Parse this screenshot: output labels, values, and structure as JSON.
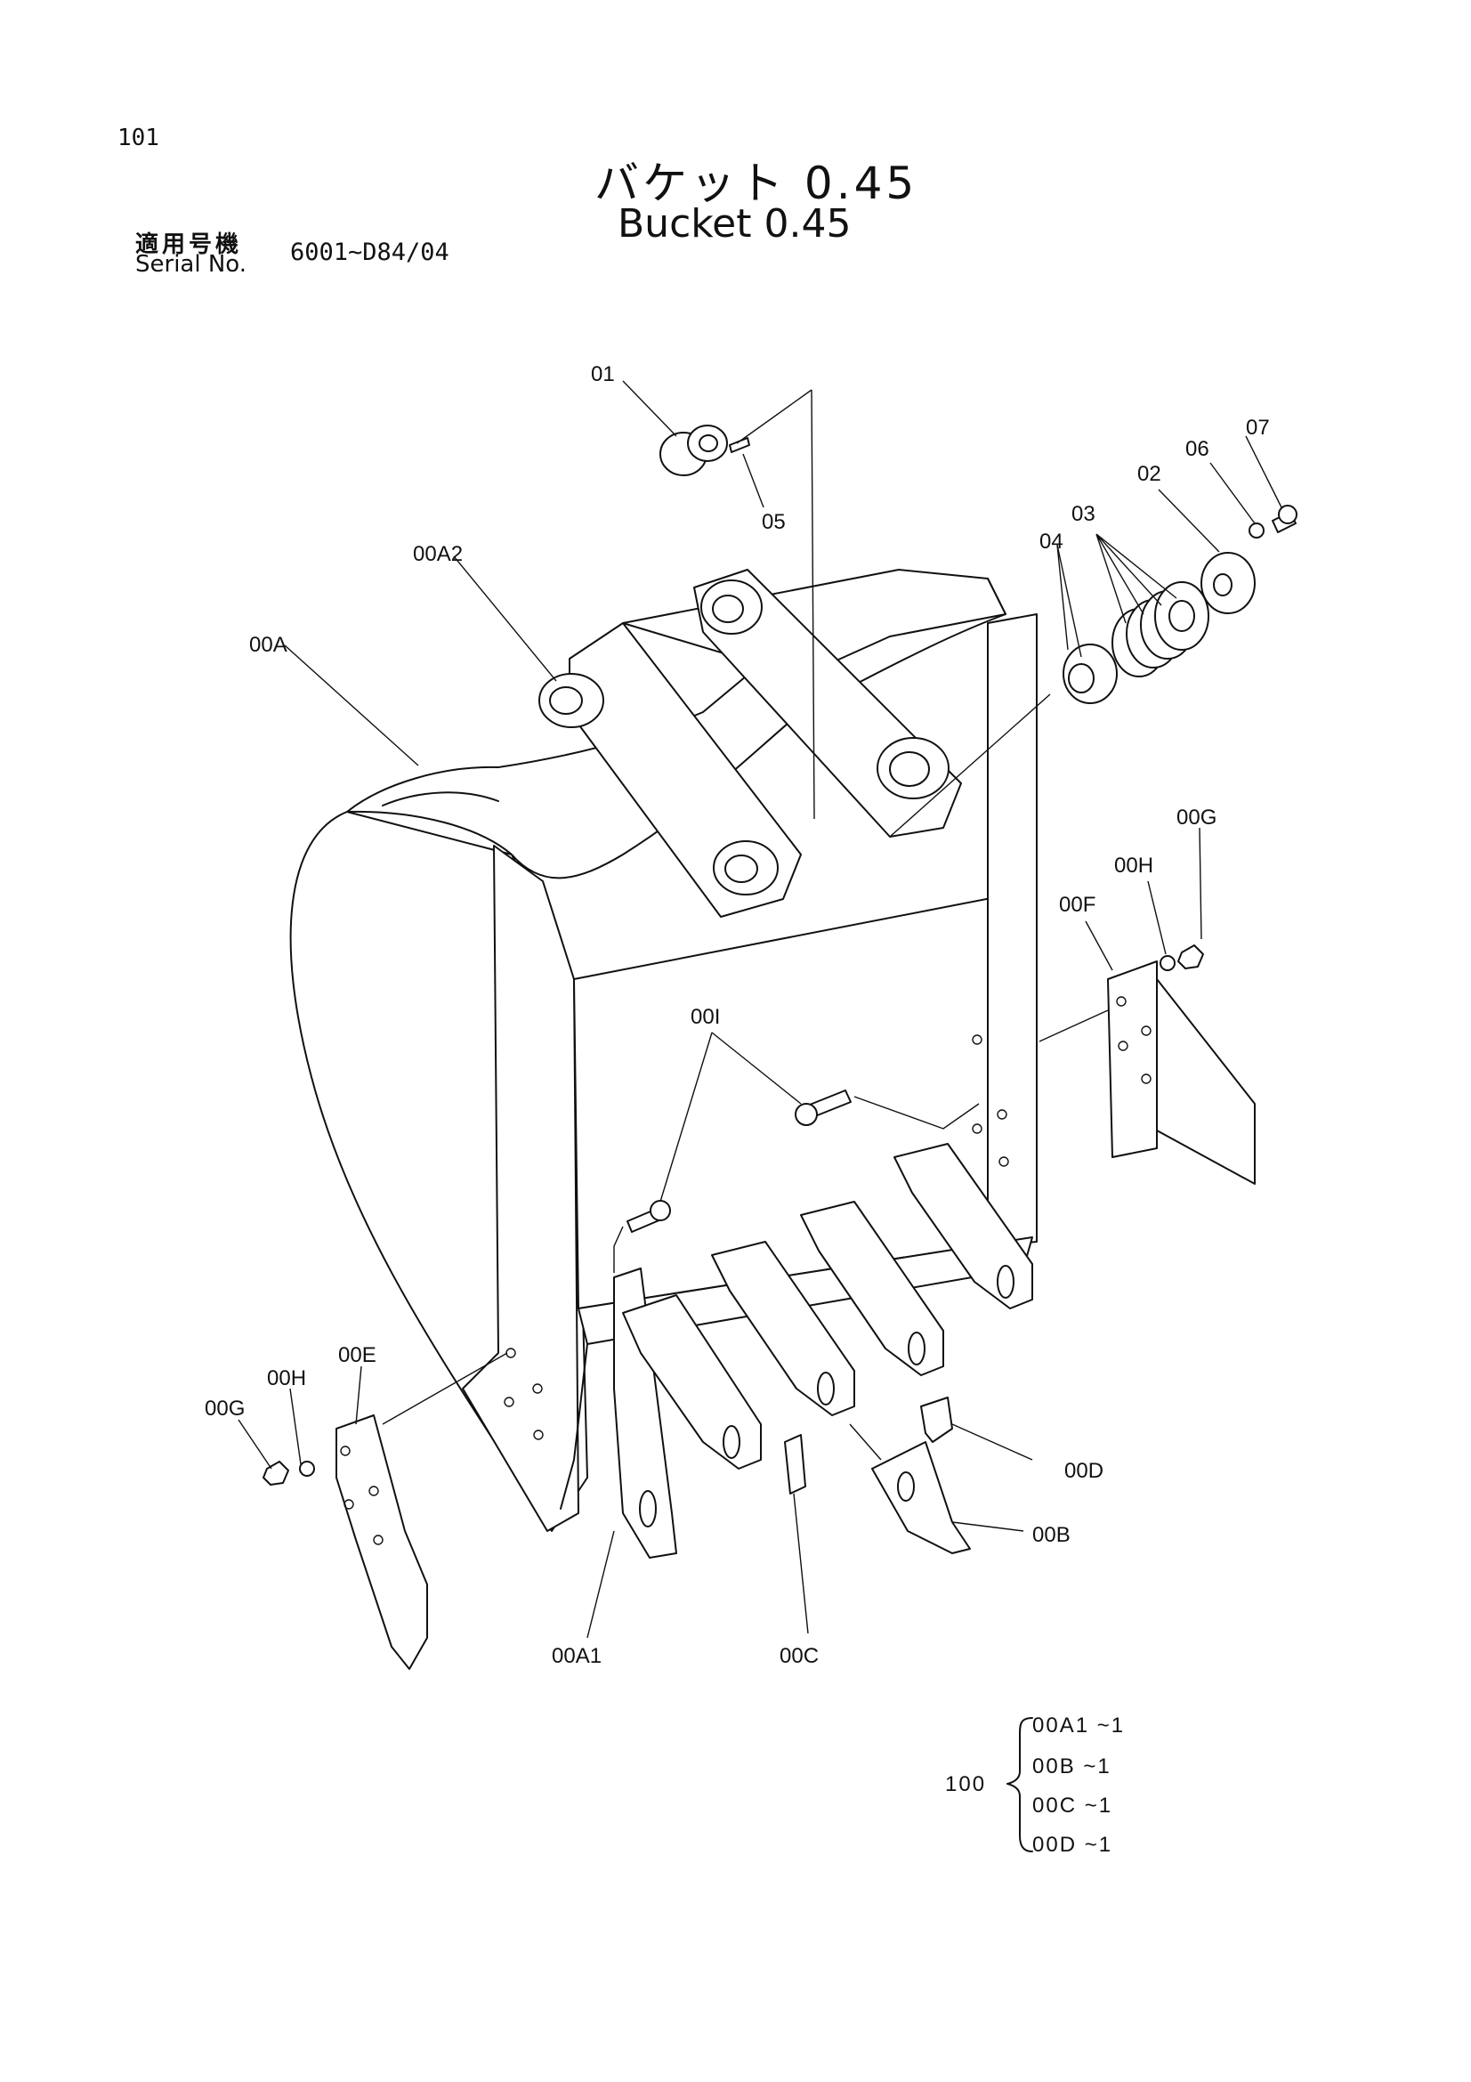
{
  "page_number": "101",
  "title_jp": "バケット 0.45",
  "title_en": "Bucket 0.45",
  "serial": {
    "label_jp": "適用号機",
    "label_en": "Serial No.",
    "value": "6001~D84/04"
  },
  "parts": {
    "p01": "01",
    "p02": "02",
    "p03": "03",
    "p04": "04",
    "p05": "05",
    "p06": "06",
    "p07": "07",
    "p00A": "00A",
    "p00A1": "00A1",
    "p00A2": "00A2",
    "p00B": "00B",
    "p00C": "00C",
    "p00D": "00D",
    "p00E": "00E",
    "p00F": "00F",
    "p00G_right": "00G",
    "p00G_left": "00G",
    "p00H_right": "00H",
    "p00H_left": "00H",
    "p00I": "00I"
  },
  "kit": {
    "number": "100",
    "items": [
      "00A1 ~1",
      "00B ~1",
      "00C ~1",
      "00D ~1"
    ]
  }
}
